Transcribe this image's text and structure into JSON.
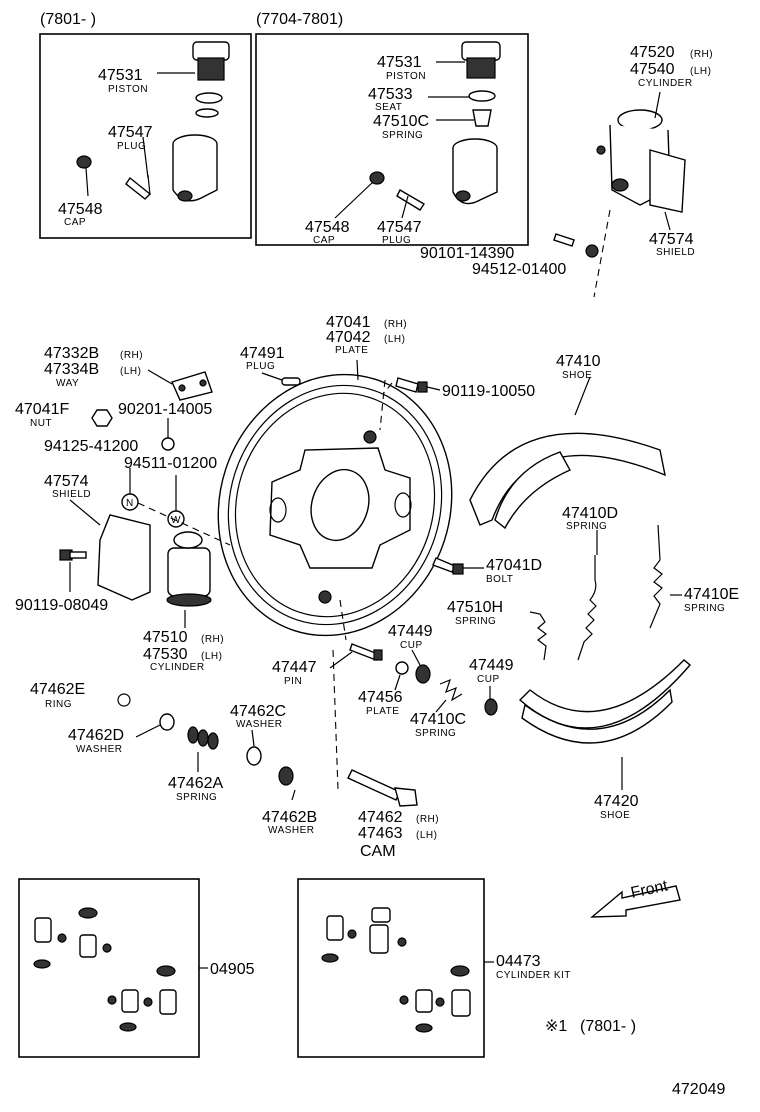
{
  "insets": {
    "left_title": "(7801-       )",
    "right_title": "(7704-7801)"
  },
  "labels": {
    "p47531_a": "47531",
    "piston_a": "PISTON",
    "p47547_a": "47547",
    "plug_a": "PLUG",
    "p47548_a": "47548",
    "cap_a": "CAP",
    "p47531_b": "47531",
    "piston_b": "PISTON",
    "p47533": "47533",
    "seat": "SEAT",
    "p47510c": "47510C",
    "spring_b": "SPRING",
    "p47548_b": "47548",
    "cap_b": "CAP",
    "p47547_b": "47547",
    "plug_b": "PLUG",
    "p47520": "47520",
    "rh_1": "(RH)",
    "p47540": "47540",
    "lh_1": "(LH)",
    "cylinder_1": "CYLINDER",
    "p47574_r": "47574",
    "shield_r": "SHIELD",
    "p90101": "90101-14390",
    "p94512": "94512-01400",
    "p47041": "47041",
    "rh_2": "(RH)",
    "p47042": "47042",
    "lh_2": "(LH)",
    "plate_1": "PLATE",
    "p47491": "47491",
    "plug_c": "PLUG",
    "p90119_10050": "90119-10050",
    "p47410": "47410",
    "shoe_1": "SHOE",
    "p47332b": "47332B",
    "rh_3": "(RH)",
    "p47334b": "47334B",
    "lh_3": "(LH)",
    "way": "WAY",
    "p47041f": "47041F",
    "nut": "NUT",
    "p90201": "90201-14005",
    "p94125": "94125-41200",
    "p94511": "94511-01200",
    "p47574_l": "47574",
    "shield_l": "SHIELD",
    "mark_n": "N",
    "mark_w": "W",
    "p90119_08049": "90119-08049",
    "p47510": "47510",
    "rh_4": "(RH)",
    "p47530": "47530",
    "lh_4": "(LH)",
    "cylinder_2": "CYLINDER",
    "p47410d": "47410D",
    "spring_d": "SPRING",
    "p47041d": "47041D",
    "bolt": "BOLT",
    "p47410e": "47410E",
    "spring_e": "SPRING",
    "p47510h": "47510H",
    "spring_h": "SPRING",
    "p47449_a": "47449",
    "cup_a": "CUP",
    "p47449_b": "47449",
    "cup_b": "CUP",
    "p47447": "47447",
    "pin": "PIN",
    "p47456": "47456",
    "plate_2": "PLATE",
    "p47410c": "47410C",
    "spring_c": "SPRING",
    "p47462e": "47462E",
    "ring": "RING",
    "p47462c": "47462C",
    "washer_c": "WASHER",
    "p47462d": "47462D",
    "washer_d": "WASHER",
    "p47462a": "47462A",
    "spring_a": "SPRING",
    "p47462b": "47462B",
    "washer_b": "WASHER",
    "p47462": "47462",
    "rh_5": "(RH)",
    "p47463": "47463",
    "lh_5": "(LH)",
    "cam": "CAM",
    "p47420": "47420",
    "shoe_2": "SHOE",
    "front": "Front",
    "p04905": "04905",
    "p04473": "04473",
    "cylinder_kit": "CYLINDER KIT",
    "note_mark": "※1",
    "note_range": "(7801-        )",
    "diagram_id": "472049"
  }
}
